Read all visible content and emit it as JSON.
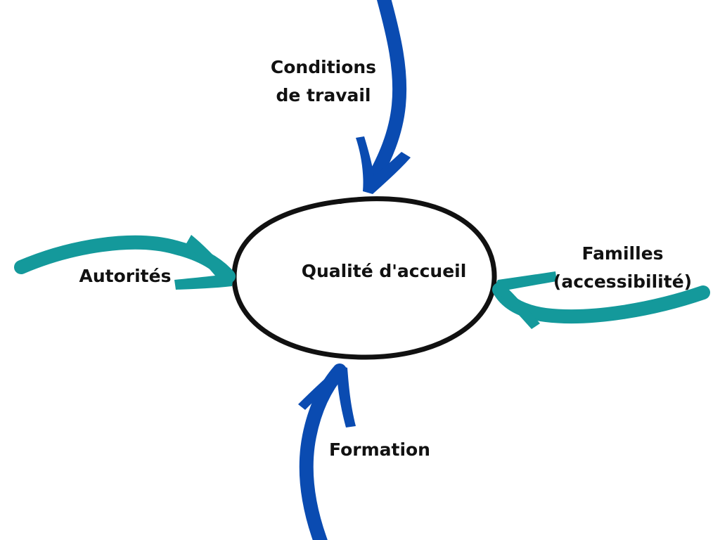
{
  "center": {
    "label": "Qualité d'accueil"
  },
  "factors": [
    {
      "id": "top",
      "lines": [
        "Conditions",
        "de travail"
      ],
      "color": "#0a4bb1"
    },
    {
      "id": "left",
      "lines": [
        "Autorités"
      ],
      "color": "#14999b"
    },
    {
      "id": "right",
      "lines": [
        "Familles",
        "(accessibilité)"
      ],
      "color": "#14999b"
    },
    {
      "id": "bottom",
      "lines": [
        "Formation"
      ],
      "color": "#0a4bb1"
    }
  ],
  "colors": {
    "blue_arrow": "#0a4bb1",
    "teal_arrow": "#14999b",
    "ellipse_stroke": "#111111",
    "text": "#111111"
  }
}
